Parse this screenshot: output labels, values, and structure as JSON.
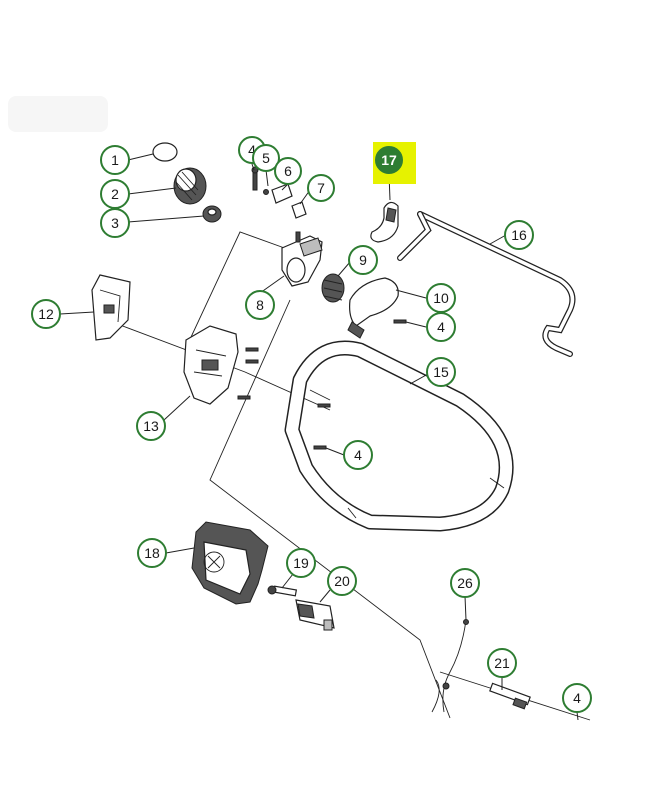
{
  "diagram": {
    "callouts": [
      {
        "id": "c1",
        "label": "1"
      },
      {
        "id": "c2",
        "label": "2"
      },
      {
        "id": "c3",
        "label": "3"
      },
      {
        "id": "c4a",
        "label": "4"
      },
      {
        "id": "c5",
        "label": "5"
      },
      {
        "id": "c6",
        "label": "6"
      },
      {
        "id": "c7",
        "label": "7"
      },
      {
        "id": "c8",
        "label": "8"
      },
      {
        "id": "c9",
        "label": "9"
      },
      {
        "id": "c10",
        "label": "10"
      },
      {
        "id": "c4b",
        "label": "4"
      },
      {
        "id": "c12",
        "label": "12"
      },
      {
        "id": "c13",
        "label": "13"
      },
      {
        "id": "c15",
        "label": "15"
      },
      {
        "id": "c4c",
        "label": "4"
      },
      {
        "id": "c16",
        "label": "16"
      },
      {
        "id": "c17",
        "label": "17",
        "highlighted": true
      },
      {
        "id": "c18",
        "label": "18"
      },
      {
        "id": "c19",
        "label": "19"
      },
      {
        "id": "c20",
        "label": "20"
      },
      {
        "id": "c26",
        "label": "26"
      },
      {
        "id": "c21",
        "label": "21"
      },
      {
        "id": "c4d",
        "label": "4"
      }
    ],
    "colors": {
      "callout_ring": "#2e7d32",
      "highlight_box": "#e6f200",
      "highlight_fill": "#2e7d32"
    }
  }
}
